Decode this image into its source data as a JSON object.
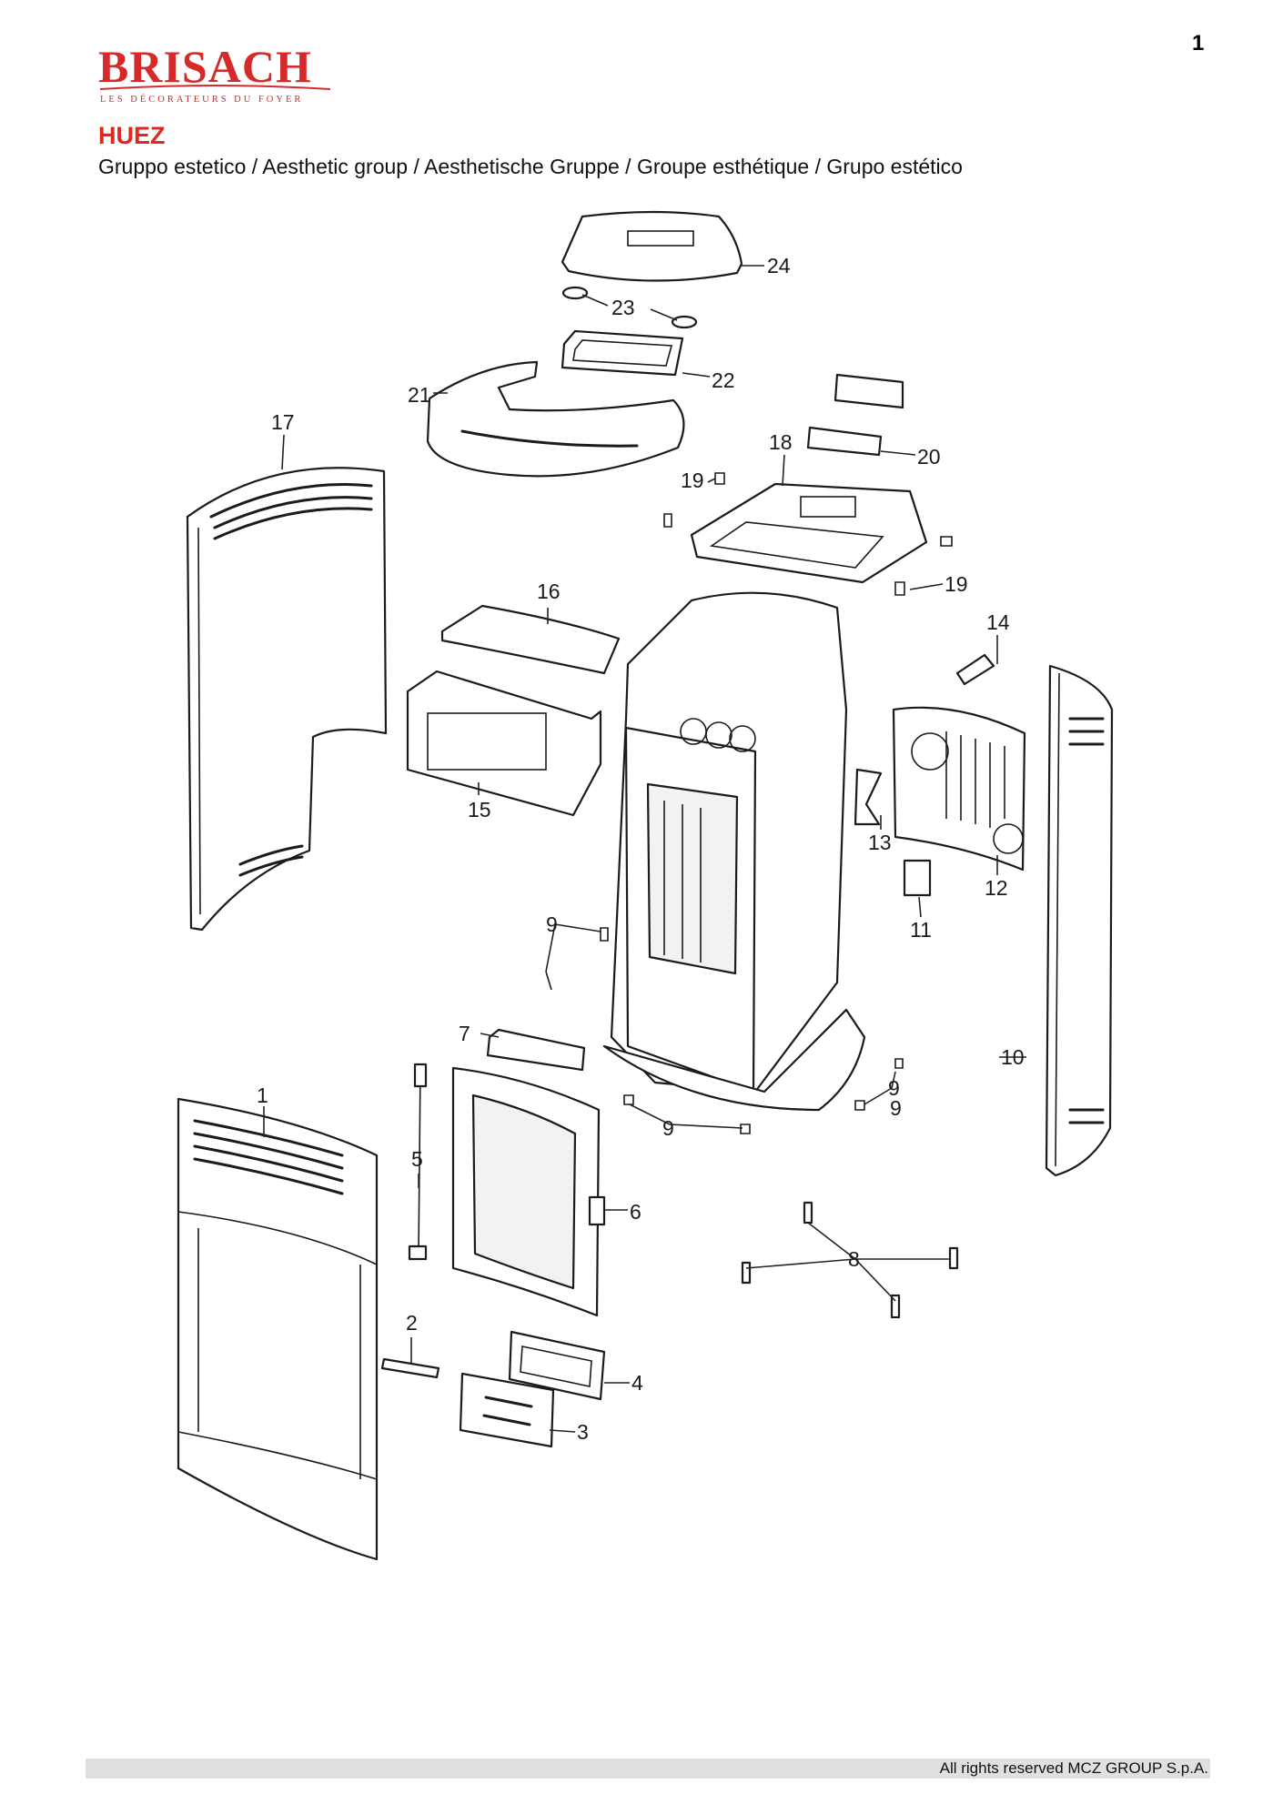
{
  "page": {
    "number": "1"
  },
  "brand": {
    "name": "BRISACH",
    "tagline": "LES DÉCORATEURS DU FOYER",
    "color": "#d62a2a"
  },
  "document": {
    "model": "HUEZ",
    "subtitle": "Gruppo estetico / Aesthetic group / Aesthetische Gruppe / Groupe esthétique / Grupo estético"
  },
  "callouts": [
    "1",
    "2",
    "3",
    "4",
    "5",
    "6",
    "7",
    "8",
    "9",
    "9",
    "9",
    "9",
    "10",
    "11",
    "12",
    "13",
    "14",
    "15",
    "16",
    "17",
    "18",
    "19",
    "19",
    "20",
    "21",
    "22",
    "23",
    "24"
  ],
  "footer": {
    "copyright": "All rights reserved MCZ GROUP S.p.A."
  }
}
